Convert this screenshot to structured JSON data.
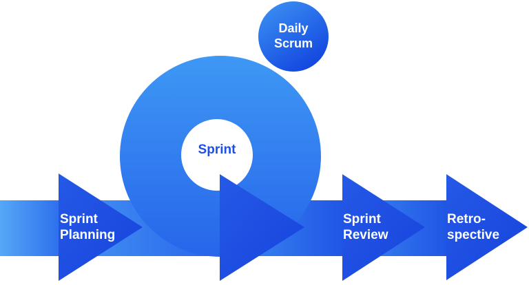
{
  "diagram": {
    "type": "scrum-process-flow",
    "cycle": {
      "ring_label": "Sprint",
      "satellite_label": "Daily\nScrum"
    },
    "flow_steps": [
      {
        "label": "Sprint\nPlanning"
      },
      {
        "label": "Sprint\nReview"
      },
      {
        "label": "Retro-\nspective"
      }
    ],
    "colors": {
      "band_light": "#55a8f7",
      "band_mid": "#3e8ff3",
      "band_dark": "#2056e5",
      "arrowhead_light": "#2559e6",
      "arrowhead_dark": "#1643dd",
      "ring_top": "#3e98f4",
      "ring_bottom": "#2765eb",
      "daily_circle_top": "#3e95f4",
      "daily_circle_bottom": "#1347e0",
      "ring_hole": "#ffffff",
      "sprint_text": "#1b4fe8",
      "step_text": "#ffffff",
      "background": "#ffffff"
    }
  }
}
